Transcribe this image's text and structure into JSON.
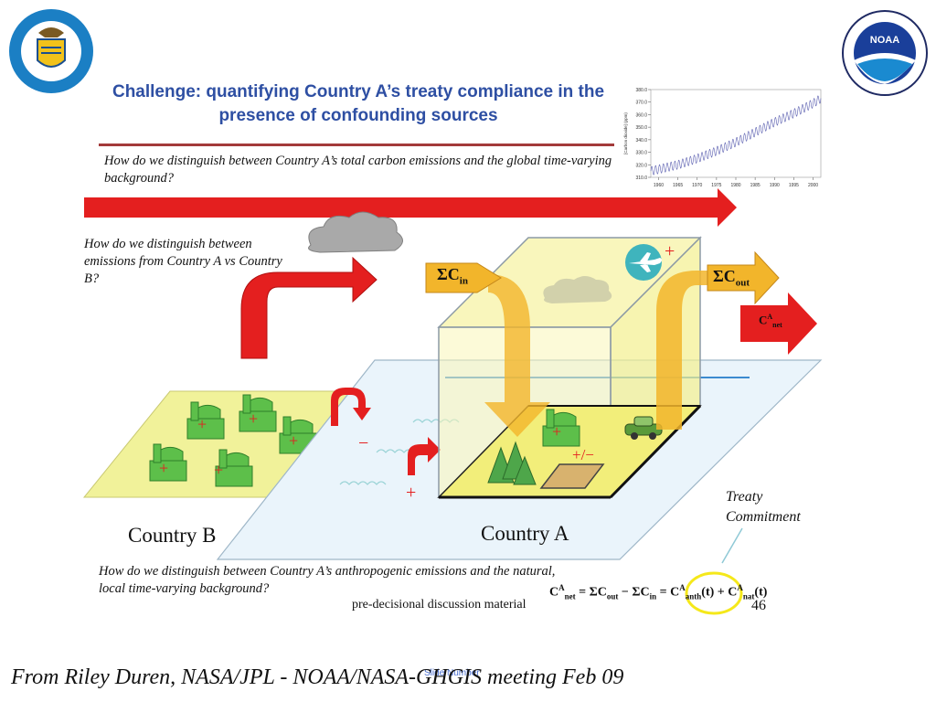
{
  "slide": {
    "title_line1": "Challenge: quantifying Country A’s treaty compliance in the",
    "title_line2": "presence of confounding sources",
    "question_global": "How do we distinguish between Country A’s total carbon emissions and the global time-varying background?",
    "question_country": "How do we distinguish between emissions from Country A vs Country B?",
    "question_local": "How do we distinguish between Country A’s anthropogenic emissions and the natural, local time-varying background?",
    "country_b": "Country B",
    "country_a": "Country A",
    "treaty_line1": "Treaty",
    "treaty_line2": "Commitment",
    "pre_decisional": "pre-decisional discussion material",
    "slide_number": "46",
    "slide_number_placeholder": "Slide Number",
    "footer": "From Riley Duren, NASA/JPL  - NOAA/NASA-GHGIS meeting Feb 09"
  },
  "flux_labels": {
    "sigma_c_in": "ΣC",
    "sigma_c_in_sub": "in",
    "sigma_c_out": "ΣC",
    "sigma_c_out_sub": "out",
    "c_net": "C",
    "c_net_sup": "A",
    "c_net_sub": "net"
  },
  "signs": {
    "plus": "+",
    "minus": "−",
    "plus_minus": "+/−"
  },
  "equation": {
    "lhs": "C",
    "lhs_sup": "A",
    "lhs_sub": "net",
    "middle": " = ΣC",
    "out_sub": "out",
    "minus": " − ΣC",
    "in_sub": "in",
    "eq": " = ",
    "anth": "C",
    "anth_sup": "A",
    "anth_sub": "anth",
    "anth_t": "(t)",
    "plus": " + ",
    "nat": "C",
    "nat_sup": "A",
    "nat_sub": "nat",
    "nat_t": "(t)"
  },
  "chart_data": {
    "type": "line",
    "ylabel": "[Carbon dioxide] (ppm)",
    "x_ticks": [
      "1960",
      "1965",
      "1970",
      "1975",
      "1980",
      "1985",
      "1990",
      "1995",
      "2000"
    ],
    "y_ticks": [
      "310.0",
      "320.0",
      "330.0",
      "340.0",
      "350.0",
      "360.0",
      "370.0",
      "380.0"
    ],
    "xlim": [
      1958,
      2002
    ],
    "ylim": [
      310,
      380
    ],
    "series": [
      {
        "trend": {
          "x": [
            1958,
            1965,
            1970,
            1975,
            1980,
            1985,
            1990,
            1995,
            2000,
            2002
          ],
          "values": [
            315,
            320,
            325,
            331,
            338,
            346,
            354,
            361,
            369,
            373
          ]
        },
        "seasonal_amplitude": 3.5
      }
    ]
  },
  "colors": {
    "title": "#2e4fa3",
    "red_arrow": "#e41f1f",
    "orange_arrow": "#f2b52b",
    "box_fill": "#f7f3a6",
    "field": "#f1f29a",
    "factory": "#5dbf4a",
    "chart_line": "#5b5fb0",
    "plane_circle": "#3fb4bd"
  }
}
